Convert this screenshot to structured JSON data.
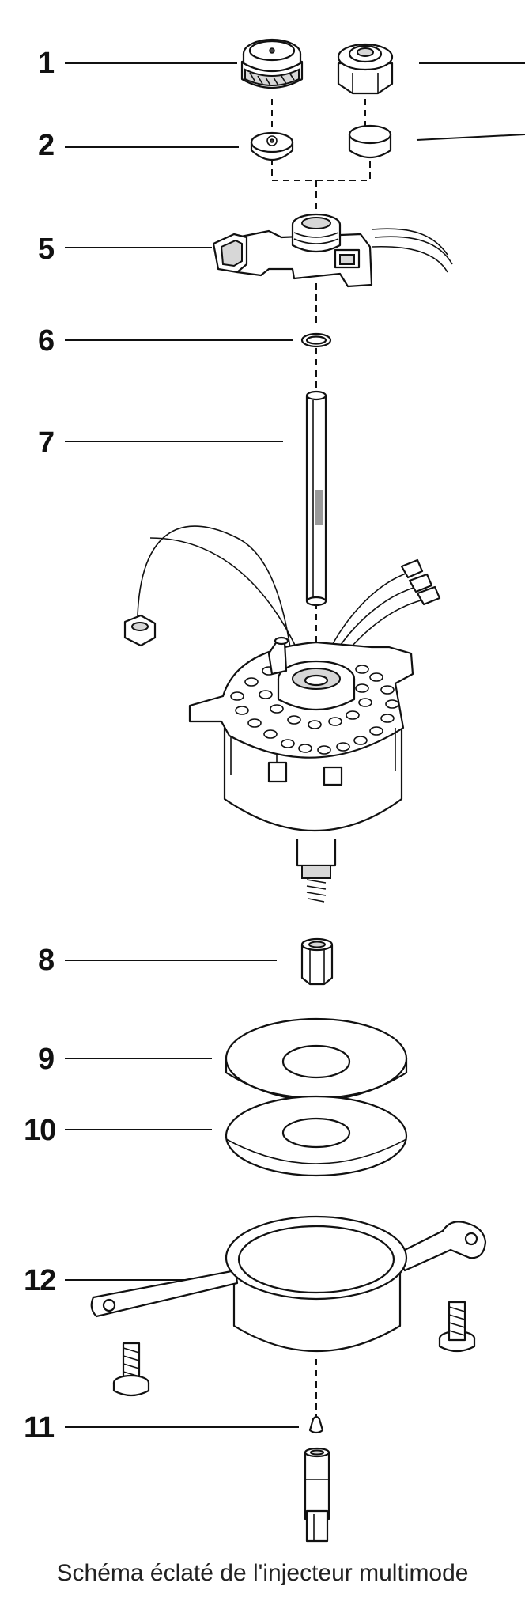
{
  "caption": "Schéma éclaté de l'injecteur multimode",
  "callouts": [
    {
      "id": "1",
      "label": "1"
    },
    {
      "id": "2",
      "label": "2"
    },
    {
      "id": "5",
      "label": "5"
    },
    {
      "id": "6",
      "label": "6"
    },
    {
      "id": "7",
      "label": "7"
    },
    {
      "id": "8",
      "label": "8"
    },
    {
      "id": "9",
      "label": "9"
    },
    {
      "id": "10",
      "label": "10"
    },
    {
      "id": "12",
      "label": "12"
    },
    {
      "id": "11",
      "label": "11"
    }
  ]
}
